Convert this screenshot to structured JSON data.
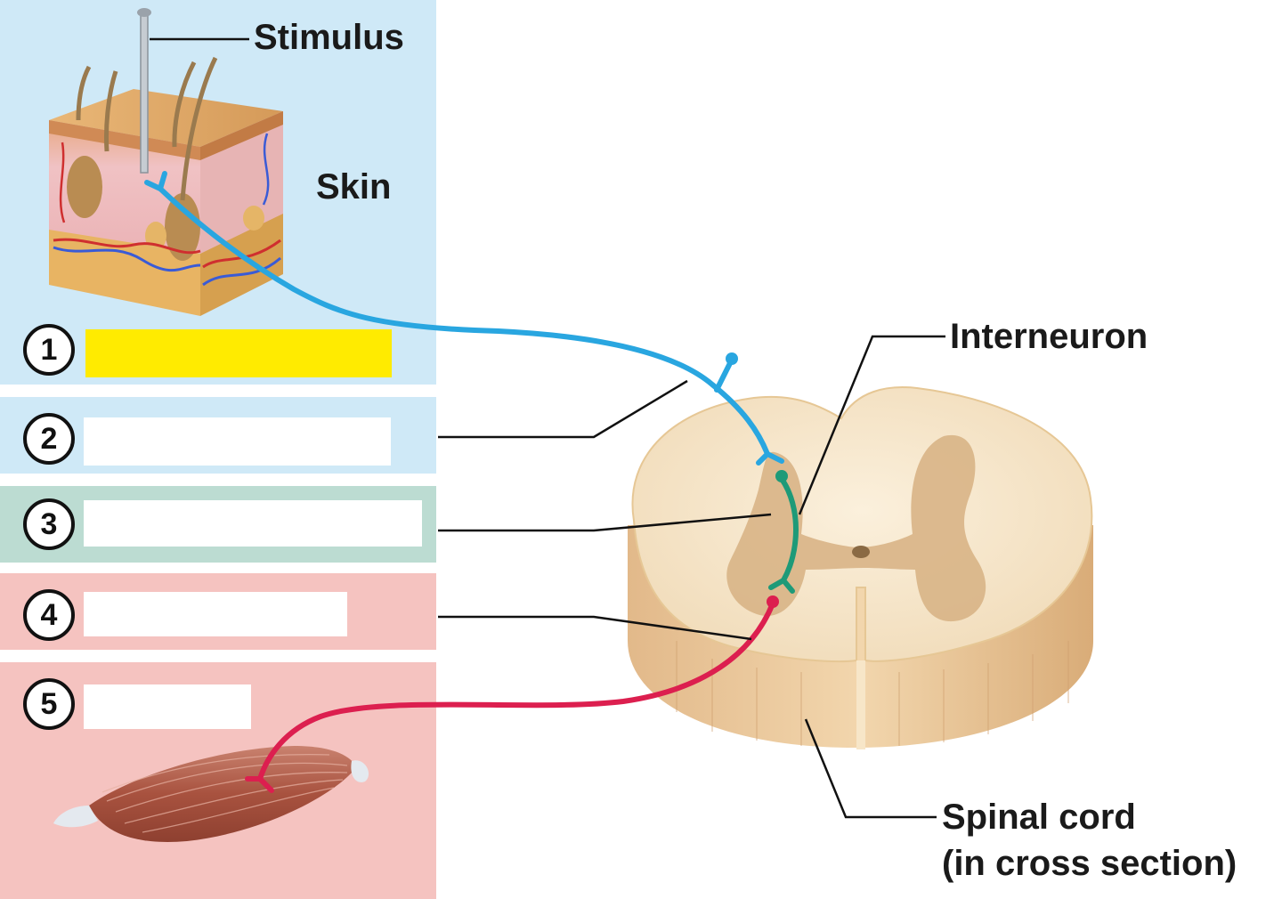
{
  "labels": {
    "stimulus": "Stimulus",
    "skin": "Skin",
    "interneuron": "Interneuron",
    "spinal_cord_line1": "Spinal cord",
    "spinal_cord_line2": "(in cross section)"
  },
  "steps": [
    {
      "number": "1",
      "answer": "",
      "box_color": "#ffeb00"
    },
    {
      "number": "2",
      "answer": "",
      "box_color": "#ffffff"
    },
    {
      "number": "3",
      "answer": "",
      "box_color": "#ffffff"
    },
    {
      "number": "4",
      "answer": "",
      "box_color": "#ffffff"
    },
    {
      "number": "5",
      "answer": "",
      "box_color": "#ffffff"
    }
  ],
  "colors": {
    "sensory_panel": "#cfe9f7",
    "integration_panel": "#bcdcd2",
    "motor_panel": "#f5c3c0",
    "sensory_neuron": "#29a6e0",
    "interneuron": "#1e9a78",
    "motor_neuron": "#dc1f4f"
  }
}
